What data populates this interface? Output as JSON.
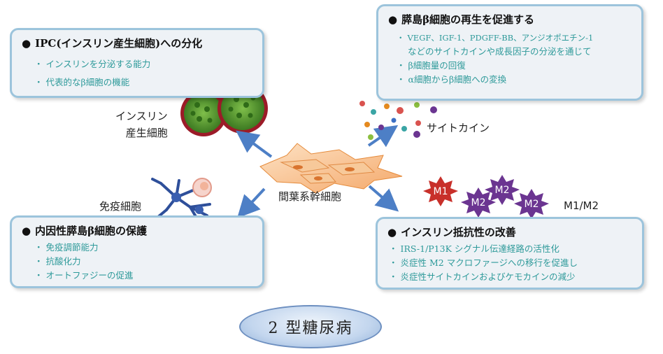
{
  "boxes": {
    "ipc": {
      "title": "IPC(インスリン産生細胞)への分化",
      "items": [
        "インスリンを分泌する能力",
        "代表的なβ細胞の機能"
      ]
    },
    "regen": {
      "title": "膵島β細胞の再生を促進する",
      "items": [
        "VEGF、IGF-1、PDGFF-BB、アンジオポエチン-1",
        "などのサイトカインや成長因子の分泌を通じて",
        "β細胞量の回復",
        "α細胞からβ細胞への変換"
      ]
    },
    "protect": {
      "title": "内因性膵島β細胞の保護",
      "items": [
        "免疫調節能力",
        "抗酸化力",
        "オートファジーの促進"
      ]
    },
    "resistance": {
      "title": "インスリン抵抗性の改善",
      "items": [
        "IRS-1/P13K シグナル伝達経路の活性化",
        "炎症性 M2 マクロファージへの移行を促進し",
        "炎症性サイトカインおよびケモカインの減少"
      ]
    }
  },
  "labels": {
    "insulin_cell_line1": "インスリン",
    "insulin_cell_line2": "産生細胞",
    "cytokine": "サイトカイン",
    "immune_cell": "免疫細胞",
    "msc": "間葉系幹細胞",
    "m1m2": "M1/M2",
    "m1": "M1",
    "m2a": "M2",
    "m2b": "M2",
    "m2c": "M2",
    "disease": "2 型糖尿病"
  },
  "symbols": {
    "bullet_title": "●",
    "bullet_item": "・"
  },
  "colors": {
    "box_border": "#9cc4dc",
    "item_text": "#2e9a9a",
    "arrow": "#4d7fc6",
    "m1_star": "#c8302a",
    "m2_star": "#6b3591",
    "cell_green": "#4a8c2a",
    "cell_red": "#a11d2a"
  },
  "cytokine_dot_colors": [
    "#d9534f",
    "#3aa5a5",
    "#e58a1f",
    "#6b3591",
    "#8cbf3f",
    "#3b6fc4"
  ]
}
